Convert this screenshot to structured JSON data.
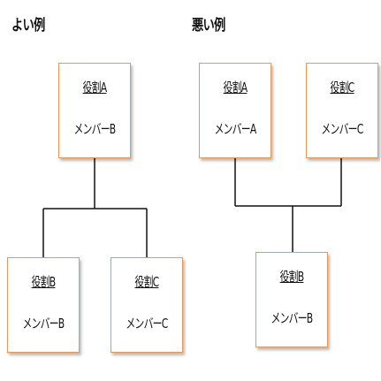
{
  "good_example": {
    "heading": "よい例",
    "top": {
      "role": "役割A",
      "member": "メンバーB"
    },
    "bottom_left": {
      "role": "役割B",
      "member": "メンバーB"
    },
    "bottom_right": {
      "role": "役割C",
      "member": "メンバーC"
    }
  },
  "bad_example": {
    "heading": "悪い例",
    "top_left": {
      "role": "役割A",
      "member": "メンバーA"
    },
    "top_right": {
      "role": "役割C",
      "member": "メンバーC"
    },
    "bottom": {
      "role": "役割B",
      "member": "メンバーB"
    }
  },
  "colors": {
    "box_border": "#e39a5c",
    "line": "#111111"
  }
}
